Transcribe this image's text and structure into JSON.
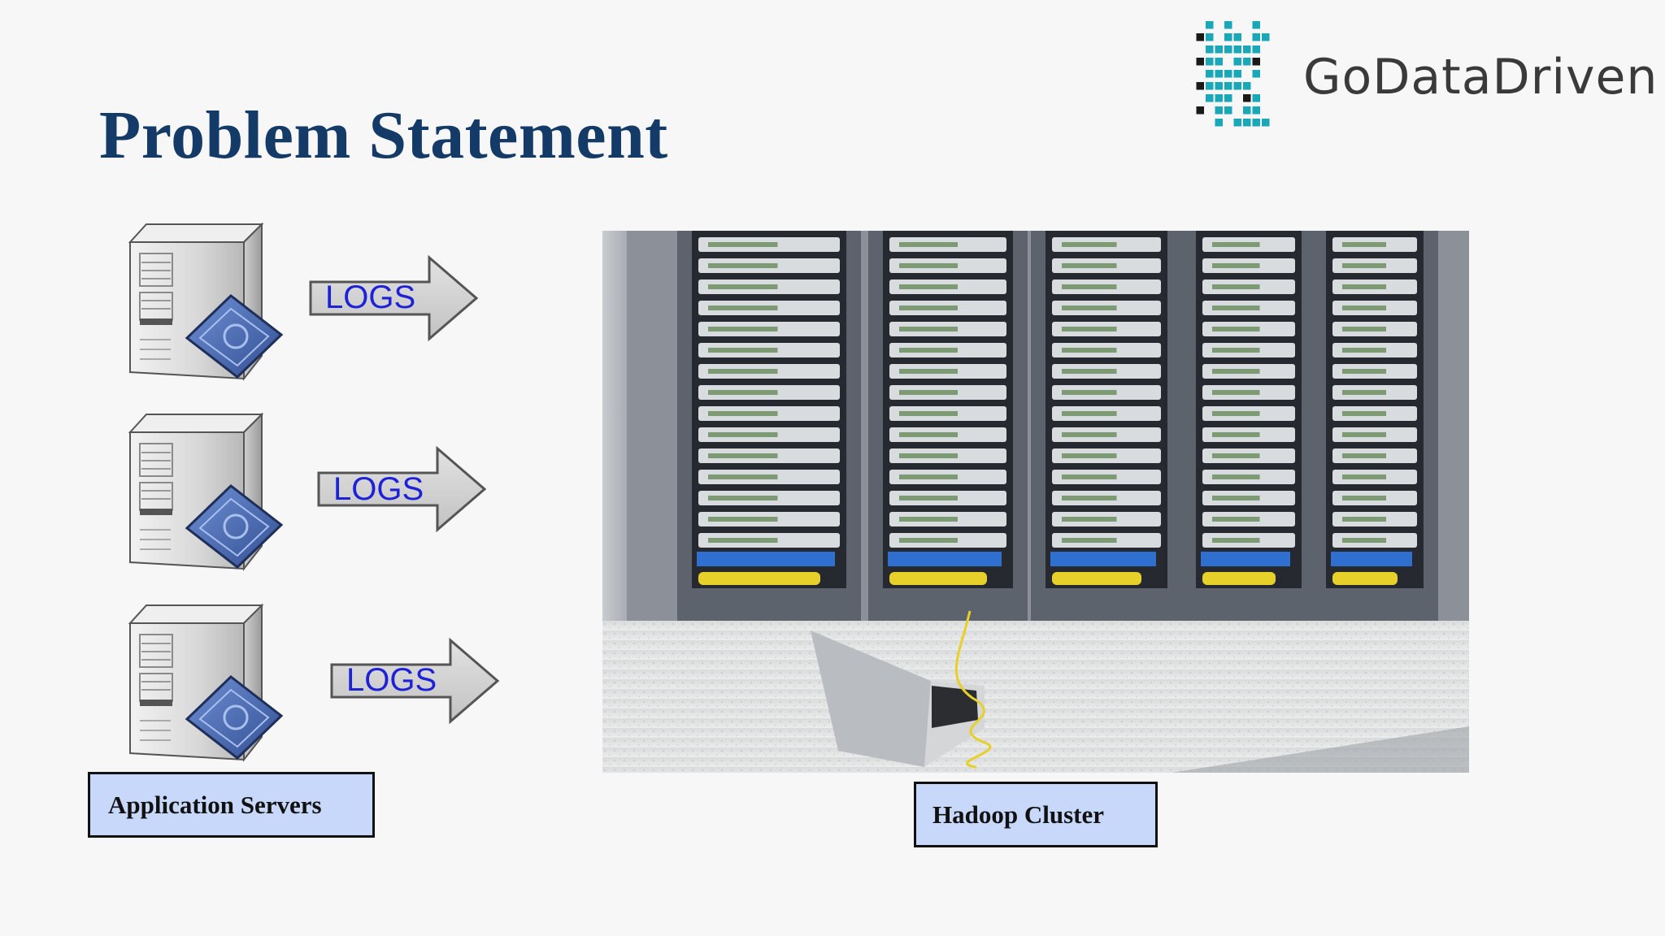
{
  "slide": {
    "title": "Problem Statement",
    "logo": {
      "text": "GoDataDriven",
      "accent_color": "#1aa7b8",
      "dark_color": "#1a1a1a"
    },
    "title_color": "#143a68",
    "servers": [
      {
        "icon": "application-server-icon",
        "arrow_label": "LOGS"
      },
      {
        "icon": "application-server-icon",
        "arrow_label": "LOGS"
      },
      {
        "icon": "application-server-icon",
        "arrow_label": "LOGS"
      }
    ],
    "servers_caption": "Application Servers",
    "cluster_image": "server-racks-photo",
    "cluster_caption": "Hadoop Cluster",
    "caption_fill": "#c8d8fb"
  }
}
